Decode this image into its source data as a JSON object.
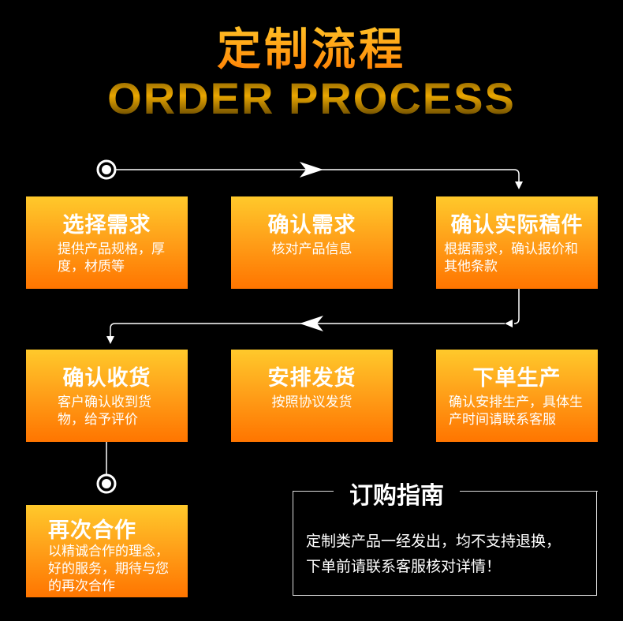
{
  "header": {
    "title": "定制流程",
    "subtitle": "ORDER PROCESS"
  },
  "steps": [
    {
      "title": "选择需求",
      "desc": "提供产品规格，厚度，材质等"
    },
    {
      "title": "确认需求",
      "desc": "核对产品信息"
    },
    {
      "title": "确认实际稿件",
      "desc": "根据需求，确认报价和其他条款"
    },
    {
      "title": "确认收货",
      "desc": "客户确认收到货物，给予评价"
    },
    {
      "title": "安排发货",
      "desc": "按照协议发货"
    },
    {
      "title": "下单生产",
      "desc": "确认安排生产，具体生产时间请联系客服"
    },
    {
      "title": "再次合作",
      "desc": "以精诚合作的理念，好的服务，期待与您的再次合作"
    }
  ],
  "guide": {
    "title": "订购指南",
    "line1": "定制类产品一经发出，均不支持退换，",
    "line2": "下单前请联系客服核对详情！"
  },
  "colors": {
    "background": "#000000",
    "box_top": "#ffc92b",
    "box_bottom": "#ff7500",
    "title_gold": "#ffb000"
  }
}
